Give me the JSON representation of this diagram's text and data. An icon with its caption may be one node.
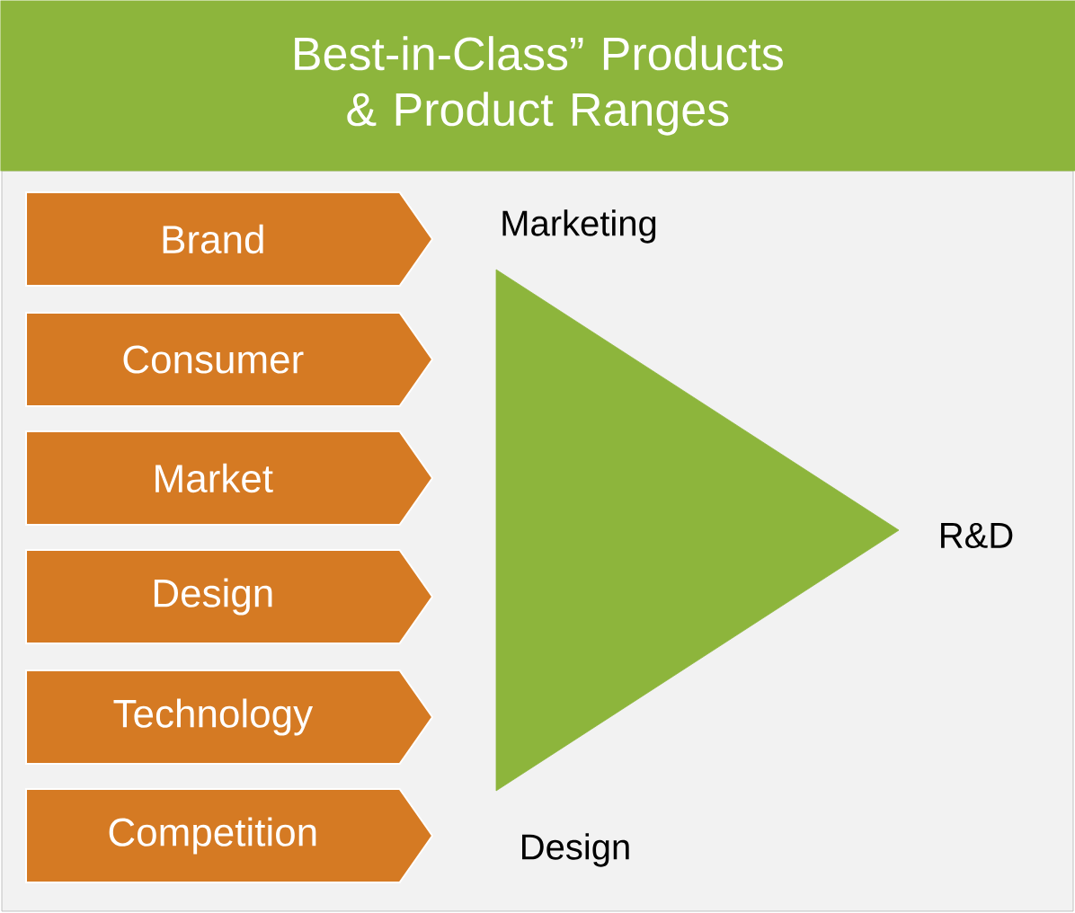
{
  "diagram": {
    "title": "Best-in-Class” Products & Product Ranges",
    "nodes": [
      {
        "text": [
          "Brand"
        ]
      },
      {
        "text": [
          "Consumer"
        ]
      },
      {
        "text": [
          "Market"
        ]
      },
      {
        "text": [
          "Design"
        ]
      },
      {
        "text": [
          "Technology"
        ]
      },
      {
        "text": [
          "Competition"
        ]
      },
      {
        "text": [],
        "shape": "triangle"
      }
    ],
    "labels": [
      "Marketing",
      "R&D",
      "Design"
    ]
  }
}
